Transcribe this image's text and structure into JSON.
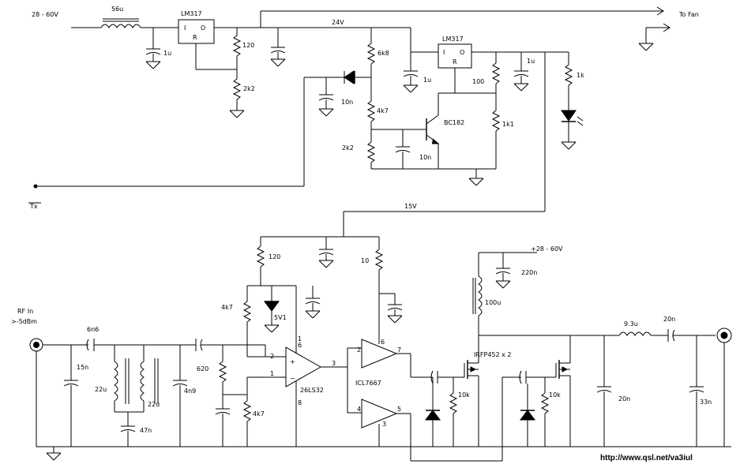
{
  "diagram": {
    "labels": {
      "vin": "28 - 60V",
      "ind_in": "56u",
      "reg1": "LM317",
      "reg1_i": "I",
      "reg1_o": "O",
      "reg1_r": "R",
      "cap_in": "1u",
      "r_120a": "120",
      "r_2k2a": "2k2",
      "rail_24v": "24V",
      "to_fan": "To Fan",
      "r_6k8": "6k8",
      "reg2": "LM317",
      "reg2_i": "I",
      "reg2_o": "O",
      "reg2_r": "R",
      "cap_1u_b": "1u",
      "cap_1u_c": "1u",
      "r_100": "100",
      "r_1k": "1k",
      "cap_10n_a": "10n",
      "r_4k7a": "4k7",
      "tr_bc182": "BC182",
      "r_1k1": "1k1",
      "r_2k2b": "2k2",
      "cap_10n_b": "10n",
      "tx": "Tx",
      "rail_15v": "15V",
      "r_120b": "120",
      "r_10": "10",
      "vplus": "+28 - 60V",
      "cap_220n": "220n",
      "ind_100u": "100u",
      "r_4k7b": "4k7",
      "zener_5v1": "5V1",
      "pin_1": "1",
      "pin_6": "6",
      "pin_2a": "2",
      "pin_1b": "1",
      "pin_3": "3",
      "pin_8": "8",
      "ic_26ls32": "26LS32",
      "ic_icl7667": "ICL7667",
      "pin_2b": "2",
      "pin_6b": "6",
      "pin_7": "7",
      "pin_4": "4",
      "pin_5": "5",
      "pin_3b": "3",
      "rf_in": "RF In",
      "rf_level": ">-5dBm",
      "cap_6n6": "6n6",
      "cap_15n": "15n",
      "ind_22u_a": "22u",
      "ind_22u_b": "22u",
      "cap_47n": "47n",
      "cap_4n9": "4n9",
      "r_620": "620",
      "r_4k7c": "4k7",
      "fets": "IRFP452 x 2",
      "r_10k_a": "10k",
      "r_10k_b": "10k",
      "ind_9u3": "9.3u",
      "cap_20n_a": "20n",
      "cap_20n_b": "20n",
      "cap_33n": "33n",
      "url": "http://www.qsl.net/va3iul"
    }
  }
}
